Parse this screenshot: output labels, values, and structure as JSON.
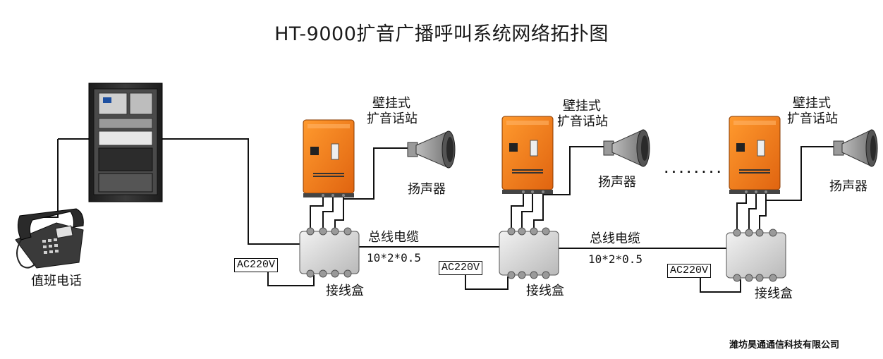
{
  "title": "HT-9000扩音广播呼叫系统网络拓扑图",
  "duty_phone_label": "值班电话",
  "stations": [
    {
      "line1": "壁挂式",
      "line2": "扩音话站",
      "speaker_label": "扬声器",
      "box_label": "接线盒",
      "power_label": "AC220V"
    },
    {
      "line1": "壁挂式",
      "line2": "扩音话站",
      "speaker_label": "扬声器",
      "box_label": "接线盒",
      "power_label": "AC220V"
    },
    {
      "line1": "壁挂式",
      "line2": "扩音话站",
      "speaker_label": "扬声器",
      "box_label": "接线盒",
      "power_label": "AC220V"
    }
  ],
  "cables": [
    {
      "name": "总线电缆",
      "spec": "10*2*0.5"
    },
    {
      "name": "总线电缆",
      "spec": "10*2*0.5"
    }
  ],
  "ellipsis": "........",
  "company": "潍坊昊通通信科技有限公司",
  "colors": {
    "line": "#111111",
    "station_orange": "#f07a1a",
    "box_gray": "#d9d9d9",
    "cabinet": "#2a2a2a"
  }
}
